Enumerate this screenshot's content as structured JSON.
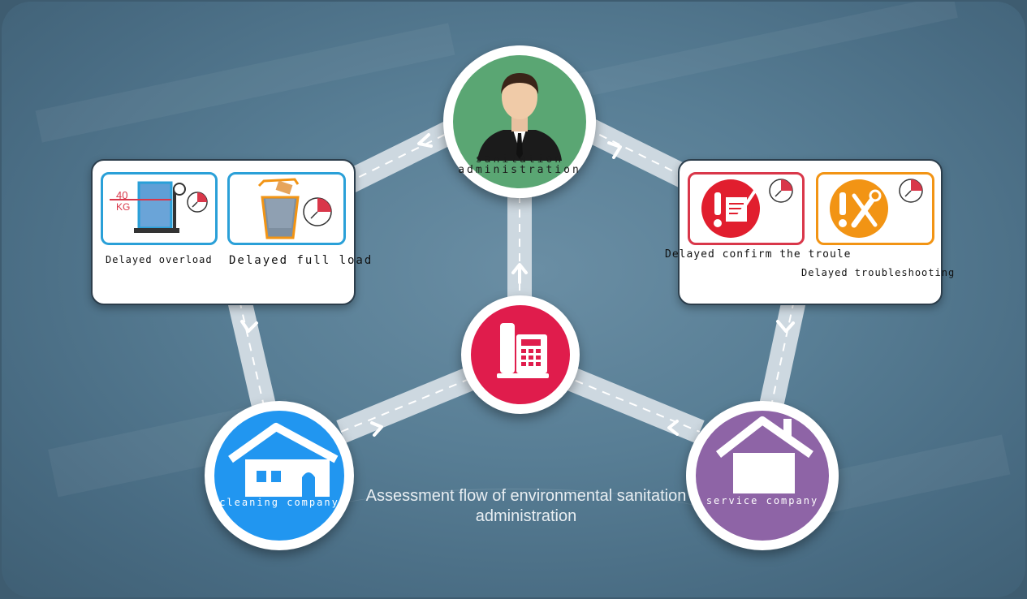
{
  "diagram": {
    "title": "Assessment flow of environmental sanitation administration",
    "colors": {
      "background": "#587e95",
      "administration": "#5aa673",
      "cleaning_company": "#2196f0",
      "service_company": "#8e64a6",
      "hotline": "#e01c4c",
      "card_blue": "#2aa0d8",
      "card_red": "#d9374a",
      "card_orange": "#f29414"
    },
    "nodes": {
      "administration": {
        "label_line1": "sanitation",
        "label_line2": "administration",
        "icon": "businessman-icon"
      },
      "cleaning": {
        "label": "cleaning company",
        "icon": "house-icon"
      },
      "service": {
        "label": "service company",
        "icon": "house-chimney-icon"
      },
      "hotline": {
        "icon": "desk-phone-icon"
      }
    },
    "left_box": {
      "items": [
        {
          "caption": "Delayed overload",
          "icon": "scale-bin-icon",
          "weight_label": "40",
          "weight_unit": "KG"
        },
        {
          "caption": "Delayed full load",
          "icon": "overflowing-bin-icon"
        }
      ]
    },
    "right_box": {
      "items": [
        {
          "caption": "Delayed confirm the troule",
          "icon": "alert-document-icon"
        },
        {
          "caption": "Delayed troubleshooting",
          "icon": "alert-tools-icon"
        }
      ]
    }
  }
}
